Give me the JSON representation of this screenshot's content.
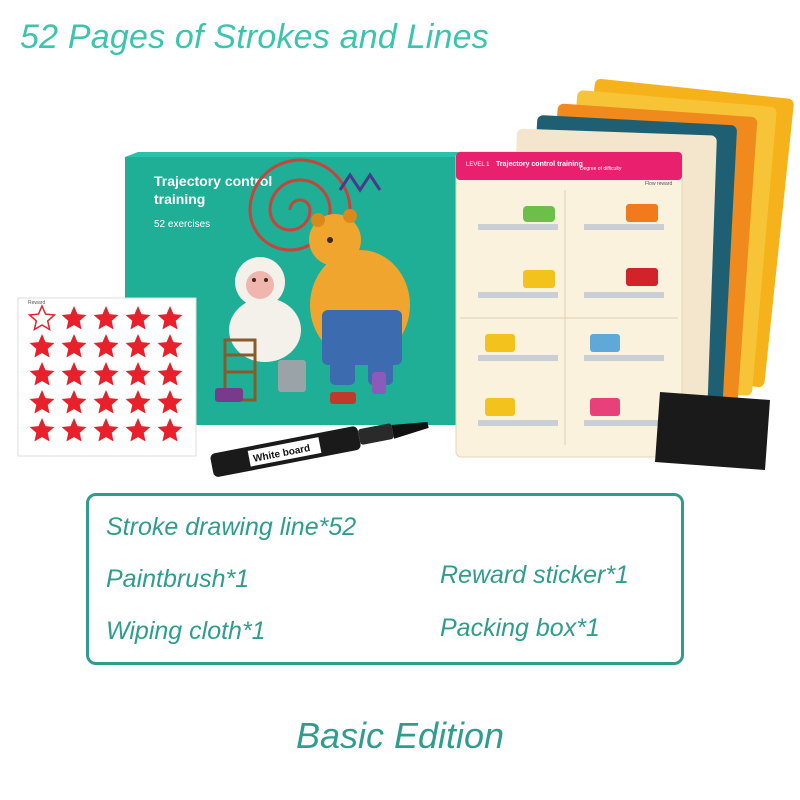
{
  "headline": "52 Pages of Strokes and Lines",
  "box_cover": {
    "title_line1": "Trajectory control",
    "title_line2": "training",
    "subtitle": "52 exercises"
  },
  "sheet": {
    "level_badge": "LEVEL 1",
    "title": "Trajectory control training",
    "difficulty_label": "Degree of difficulty",
    "reward_label": "Flow reward"
  },
  "sticker_sheet": {
    "label": "Reward",
    "star_count": 25,
    "star_color": "#e8202a"
  },
  "pen": {
    "label": "White board"
  },
  "contents": {
    "items": [
      "Stroke drawing line*52",
      "Paintbrush*1",
      "Reward sticker*1",
      "Wiping cloth*1",
      "Packing box*1"
    ]
  },
  "edition": "Basic Edition",
  "colors": {
    "accent": "#3cc4ae",
    "accent_dark": "#2f9d8e",
    "box_green": "#1fb39a",
    "sheet_pink": "#e8206e"
  }
}
